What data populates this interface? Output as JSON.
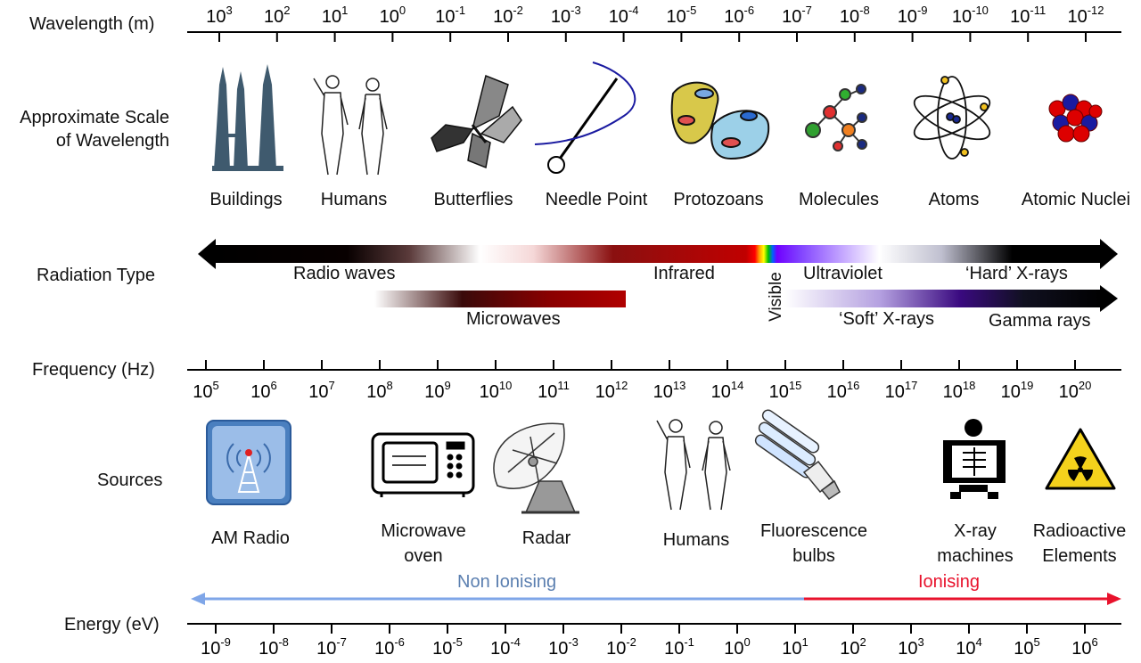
{
  "rows": {
    "wavelength": "Wavelength (m)",
    "scale_line1": "Approximate Scale",
    "scale_line2": "of Wavelength",
    "radiation": "Radiation Type",
    "frequency": "Frequency (Hz)",
    "sources": "Sources",
    "energy": "Energy (eV)"
  },
  "wavelength_ticks": [
    "3",
    "2",
    "1",
    "0",
    "-1",
    "-2",
    "-3",
    "-4",
    "-5",
    "-6",
    "-7",
    "-8",
    "-9",
    "-10",
    "-11",
    "-12"
  ],
  "frequency_ticks": [
    "5",
    "6",
    "7",
    "8",
    "9",
    "10",
    "11",
    "12",
    "13",
    "14",
    "15",
    "16",
    "17",
    "18",
    "19",
    "20"
  ],
  "energy_ticks": [
    "-9",
    "-8",
    "-7",
    "-6",
    "-5",
    "-4",
    "-3",
    "-2",
    "-1",
    "0",
    "1",
    "2",
    "3",
    "4",
    "5",
    "6"
  ],
  "tick_base": "10",
  "scale_items": [
    "Buildings",
    "Humans",
    "Butterflies",
    "Needle Point",
    "Protozoans",
    "Molecules",
    "Atoms",
    "Atomic Nuclei"
  ],
  "radiation_types": {
    "radio": "Radio waves",
    "infrared": "Infrared",
    "ultraviolet": "Ultraviolet",
    "hard_xrays": "‘Hard’ X-rays",
    "microwaves": "Microwaves",
    "visible": "Visible",
    "soft_xrays": "‘Soft’ X-rays",
    "gamma": "Gamma rays"
  },
  "sources": {
    "am_radio": "AM Radio",
    "microwave_1": "Microwave",
    "microwave_2": "oven",
    "radar": "Radar",
    "humans": "Humans",
    "fluoro_1": "Fluorescence",
    "fluoro_2": "bulbs",
    "xray_1": "X-ray",
    "xray_2": "machines",
    "radio_1": "Radioactive",
    "radio_2": "Elements"
  },
  "ionising": {
    "non": "Non Ionising",
    "ion": "Ionising",
    "non_color": "#5b7fb0",
    "ion_color": "#e8122c"
  },
  "colors": {
    "building": "#3f5a6e",
    "radio_panel": "#4a7fbf"
  }
}
